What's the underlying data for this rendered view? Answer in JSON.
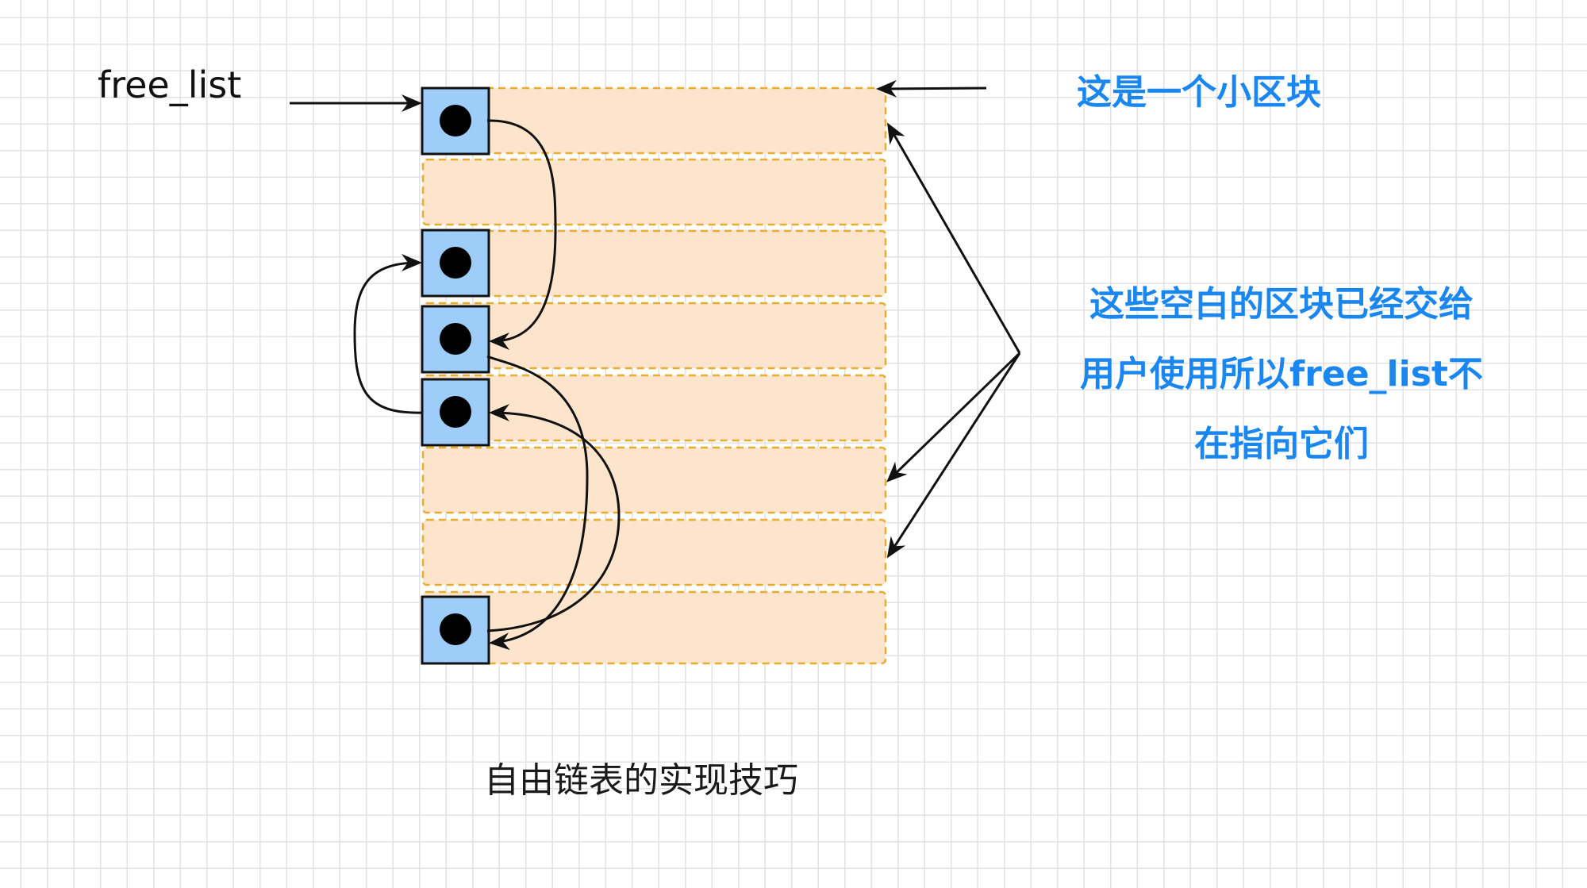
{
  "labels": {
    "free_list": "free_list",
    "small_block_note": "这是一个小区块",
    "allocated_note": [
      "这些空白的区块已经交给",
      "用户使用所以free_list不",
      "在指向它们"
    ],
    "caption": "自由链表的实现技巧"
  },
  "colors": {
    "block_fill": "#fde5cd",
    "block_border": "#e6ad2e",
    "node_fill": "#9fcdfa",
    "node_border": "#111111",
    "note_text": "#1a86ef"
  },
  "memory_blocks": [
    {
      "index": 0,
      "has_node": true
    },
    {
      "index": 1,
      "has_node": false
    },
    {
      "index": 2,
      "has_node": true
    },
    {
      "index": 3,
      "has_node": true
    },
    {
      "index": 4,
      "has_node": true
    },
    {
      "index": 5,
      "has_node": false
    },
    {
      "index": 6,
      "has_node": false
    },
    {
      "index": 7,
      "has_node": true
    }
  ]
}
